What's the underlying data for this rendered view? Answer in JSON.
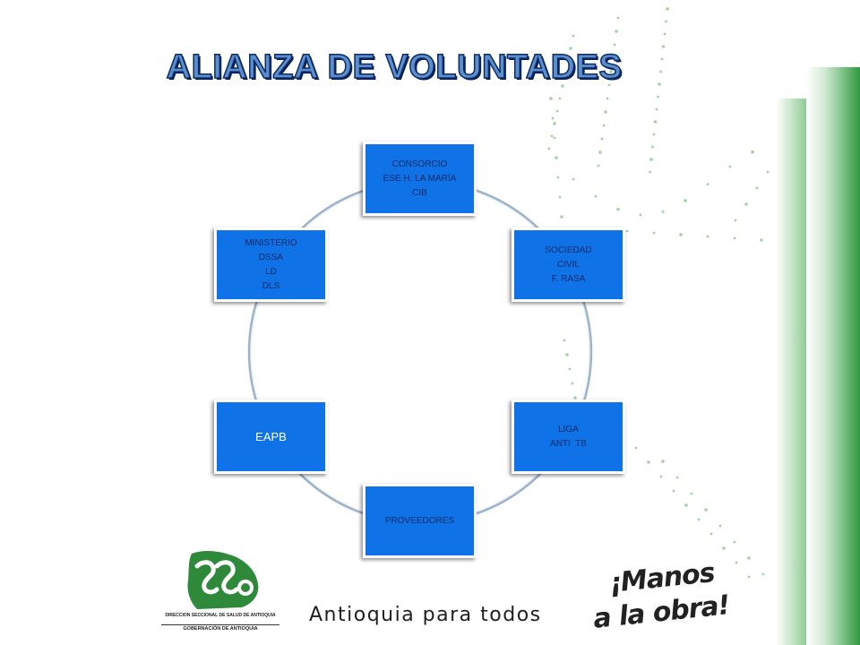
{
  "slide": {
    "title": "ALIANZA DE VOLUNTADES"
  },
  "diagram": {
    "type": "cycle",
    "nodes": [
      {
        "lines": [
          "CONSORCIO",
          "ESE H. LA MARÍA",
          "CIB"
        ]
      },
      {
        "lines": [
          "SOCIEDAD",
          "CIVIL",
          "F. RASA"
        ]
      },
      {
        "lines": [
          "LIGA",
          "ANTI  TB"
        ]
      },
      {
        "lines": [
          "PROVEEDORES"
        ]
      },
      {
        "lines": [
          "EAPB"
        ]
      },
      {
        "lines": [
          "MINISTERIO",
          "DSSA",
          "LD",
          "DLS"
        ]
      }
    ]
  },
  "footer": {
    "left_logo": {
      "caption_line1": "DIRECCION SECCIONAL DE SALUD DE ANTIOQUIA",
      "caption_line2": "GOBERNACIÓN DE ANTIOQUIA"
    },
    "slogan": "Antioquia para todos",
    "right_logo": {
      "line1": "¡Manos",
      "line2": "a la obra!"
    }
  },
  "colors": {
    "node_fill": "#0f72e6",
    "node_text": "#002c6b",
    "title_fill": "#5b8fc9",
    "title_outline": "#0d2a6b",
    "accent_green": "#2e9a3e",
    "dot_green": "#9fd3a2"
  }
}
